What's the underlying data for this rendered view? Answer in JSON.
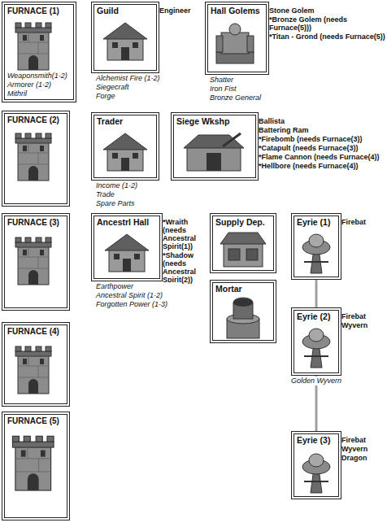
{
  "diagram": {
    "nodes": [
      {
        "text": [
          "FURNACE (1)",
          "Weaponsmith(1-2)",
          "Armorer (1-2)",
          "Mithril"
        ]
      },
      {
        "text": [
          "Guild",
          "Engineer",
          "Alchemist Fire (1-2)",
          "Siegecraft",
          "Forge"
        ]
      },
      {
        "text": [
          "Hall Golems",
          "Stone Golem",
          "*Bronze Golem (needs Furnace(5)))",
          "*Titan - Grond (needs Furnace(5))",
          "Shatter",
          "Iron Fist",
          "Bronze General"
        ]
      },
      {
        "text": [
          "FURNACE (2)"
        ]
      },
      {
        "text": [
          "Trader",
          "Income (1-2)",
          "Trade",
          "Spare Parts"
        ]
      },
      {
        "text": [
          "Siege Wkshp",
          "Ballista",
          "Battering Ram",
          "*Firebomb (needs Furnace(3))",
          "*Catapult (needs Furnace(3))",
          "*Flame Cannon (needs Furnace(4))",
          "*Hellbore (needs Furnace(4))"
        ]
      },
      {
        "text": [
          "FURNACE (3)"
        ]
      },
      {
        "text": [
          "Ancestrl Hall",
          "*Wraith (needs Ancestral Spirit(1))",
          "*Shadow (needs Ancestral Spirit(2))",
          "Earthpower",
          "Ancestral Spirit (1-2)",
          "Forgotten Power (1-3)"
        ]
      },
      {
        "text": [
          "Supply Dep."
        ]
      },
      {
        "text": [
          "Eyrie (1)",
          "Firebat"
        ]
      },
      {
        "text": [
          "Mortar"
        ]
      },
      {
        "text": [
          "Eyrie (2)",
          "Firebat",
          "Wyvern",
          "Golden Wyvern"
        ]
      },
      {
        "text": [
          "FURNACE (4)"
        ]
      },
      {
        "text": [
          "Eyrie (3)",
          "Firebat",
          "Wyvern",
          "Dragon"
        ]
      },
      {
        "text": [
          "FURNACE (5)"
        ]
      }
    ],
    "edges": [
      {
        "from": 9,
        "to": 11,
        "arrow": "none"
      },
      {
        "from": 11,
        "to": 13,
        "arrow": "none"
      }
    ]
  }
}
